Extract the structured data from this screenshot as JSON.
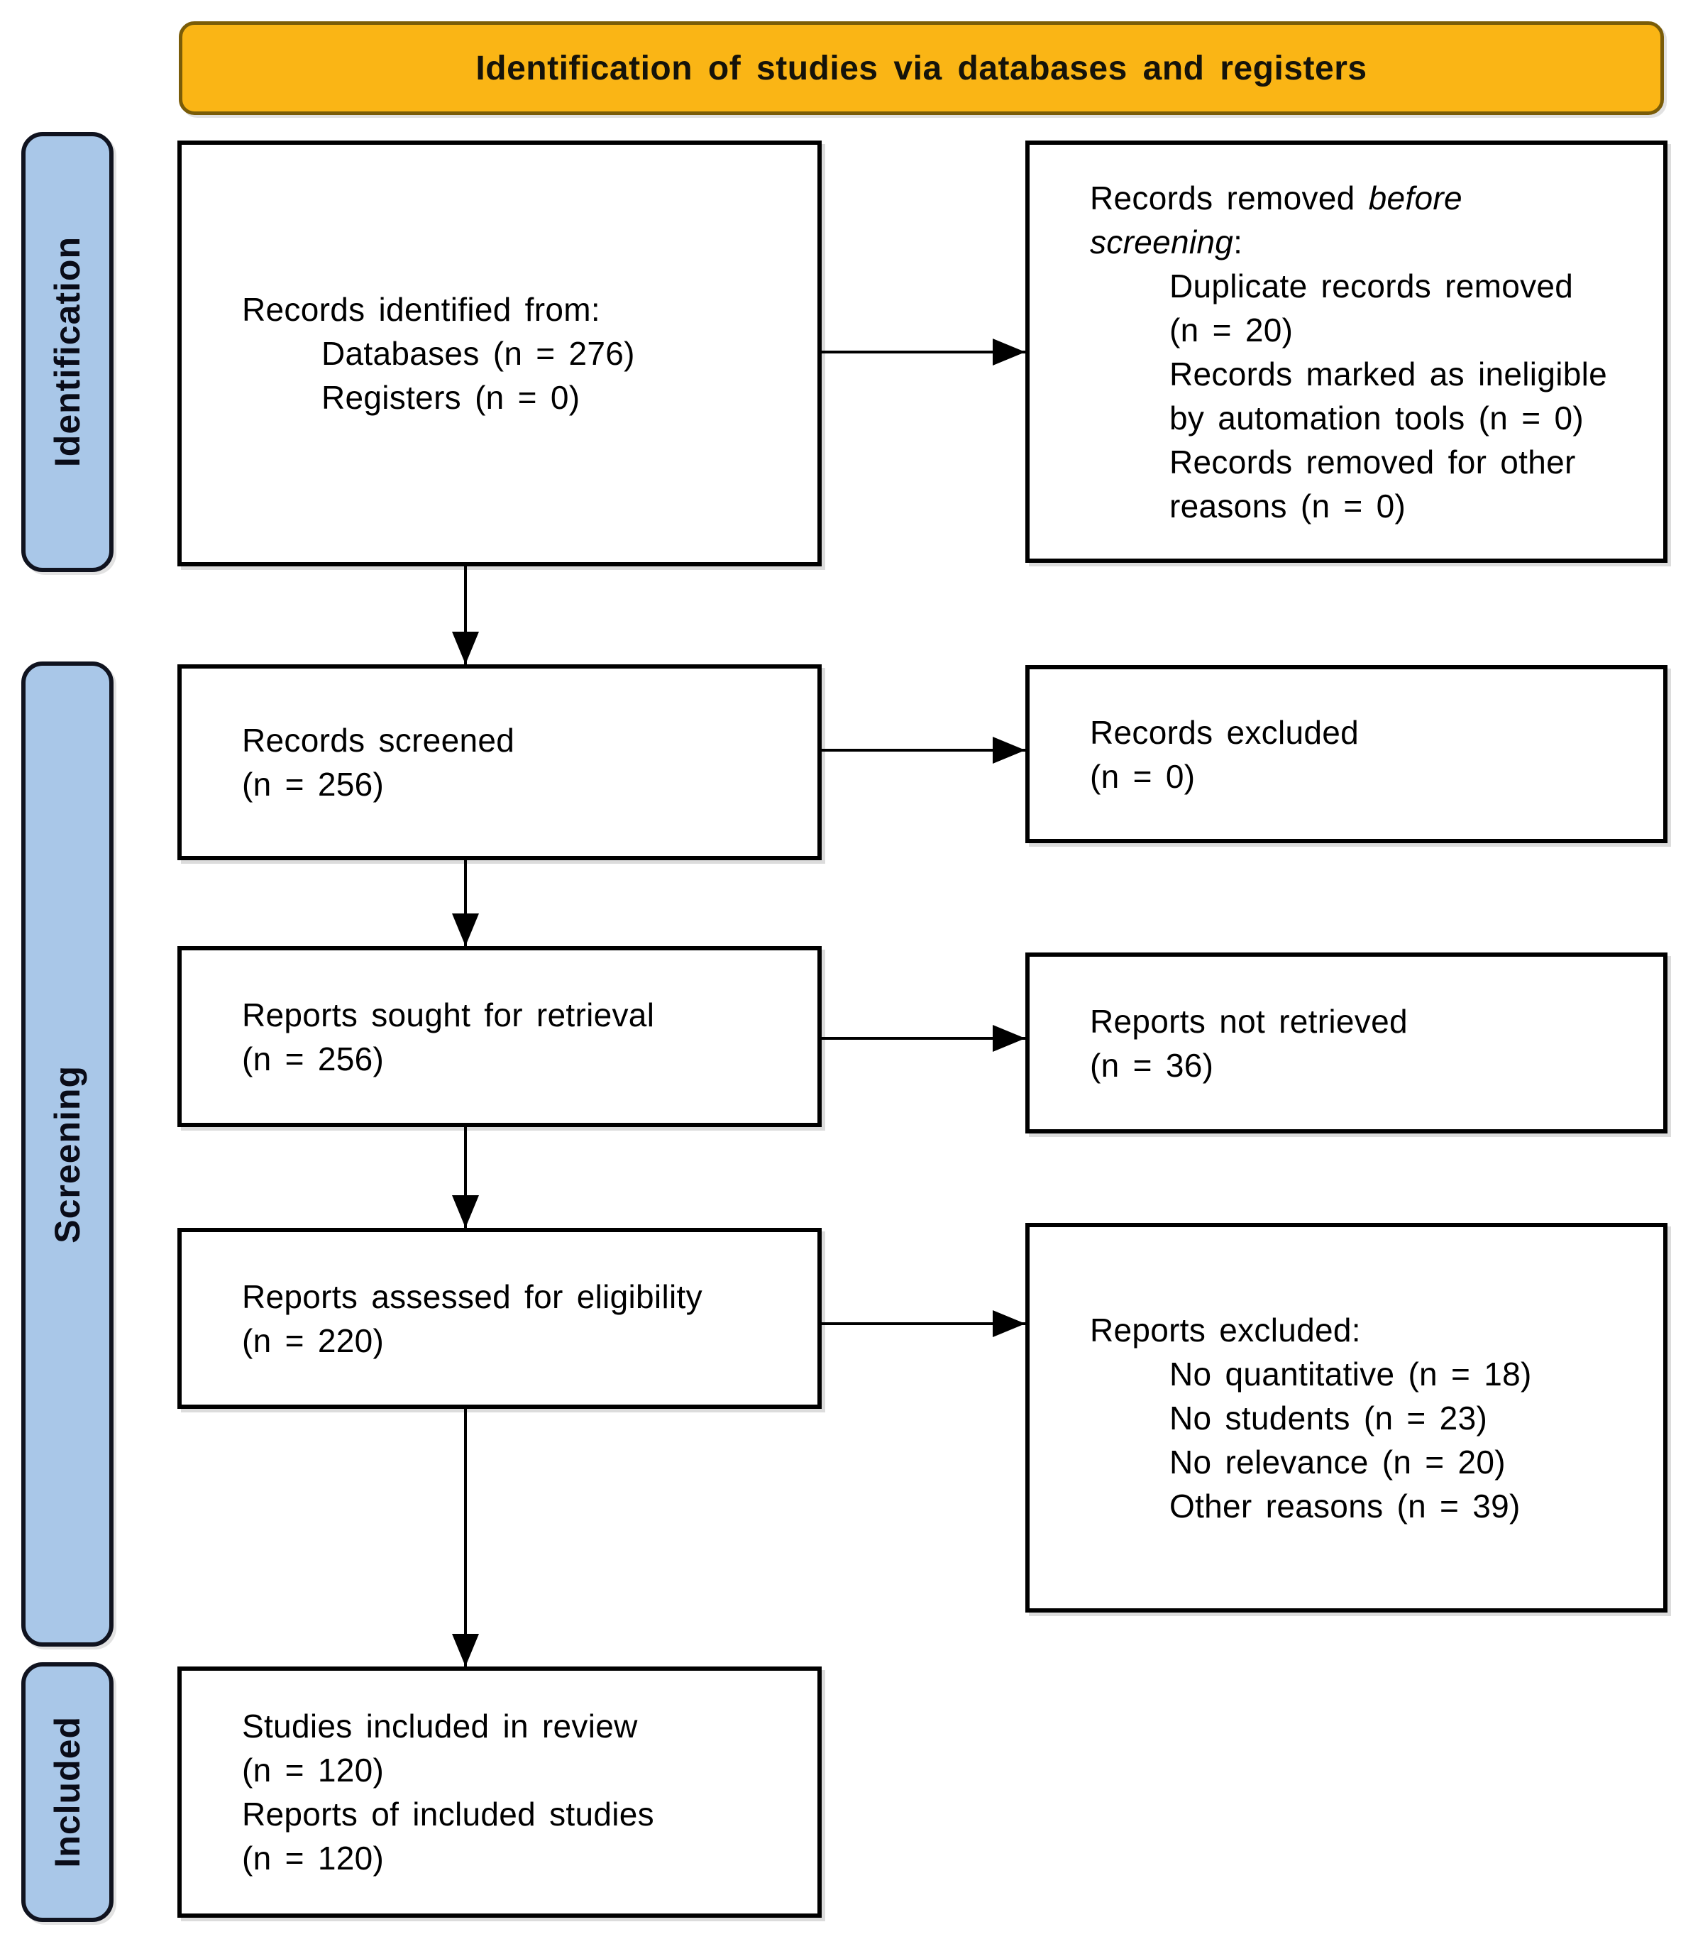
{
  "header": {
    "title": "Identification of studies via databases and registers"
  },
  "stages": [
    {
      "label": "Identification"
    },
    {
      "label": "Screening"
    },
    {
      "label": "Included"
    }
  ],
  "boxes": {
    "records_identified": {
      "title": "Records identified from:",
      "items": [
        "Databases (n = 276)",
        "Registers (n = 0)"
      ]
    },
    "records_removed": {
      "title_normal": "Records removed ",
      "title_italic_1": "before",
      "title_italic_2": "screening",
      "title_suffix": ":",
      "item_lines": [
        "Duplicate records removed",
        "(n = 20)",
        "Records marked as ineligible",
        "by automation tools (n = 0)",
        "Records removed for other",
        "reasons (n = 0)"
      ]
    },
    "records_screened": {
      "lines": [
        "Records screened",
        "(n = 256)"
      ]
    },
    "records_excluded": {
      "lines": [
        "Records excluded",
        "(n = 0)"
      ]
    },
    "reports_sought": {
      "lines": [
        "Reports sought for retrieval",
        "(n = 256)"
      ]
    },
    "reports_not_retrieved": {
      "lines": [
        "Reports not retrieved",
        "(n = 36)"
      ]
    },
    "reports_assessed": {
      "lines": [
        "Reports assessed for eligibility",
        "(n = 220)"
      ]
    },
    "reports_excluded": {
      "title": "Reports excluded:",
      "items": [
        "No quantitative (n = 18)",
        "No students (n = 23)",
        "No relevance (n = 20)",
        "Other reasons (n = 39)"
      ]
    },
    "studies_included": {
      "lines": [
        "Studies included in review",
        "(n = 120)",
        "Reports of included studies",
        "(n = 120)"
      ]
    }
  },
  "colors": {
    "header_fill": "#FAB515",
    "header_border": "#7A5C08",
    "stage_fill": "#A9C7E8",
    "stage_border": "#10131F",
    "box_border": "#000000"
  }
}
